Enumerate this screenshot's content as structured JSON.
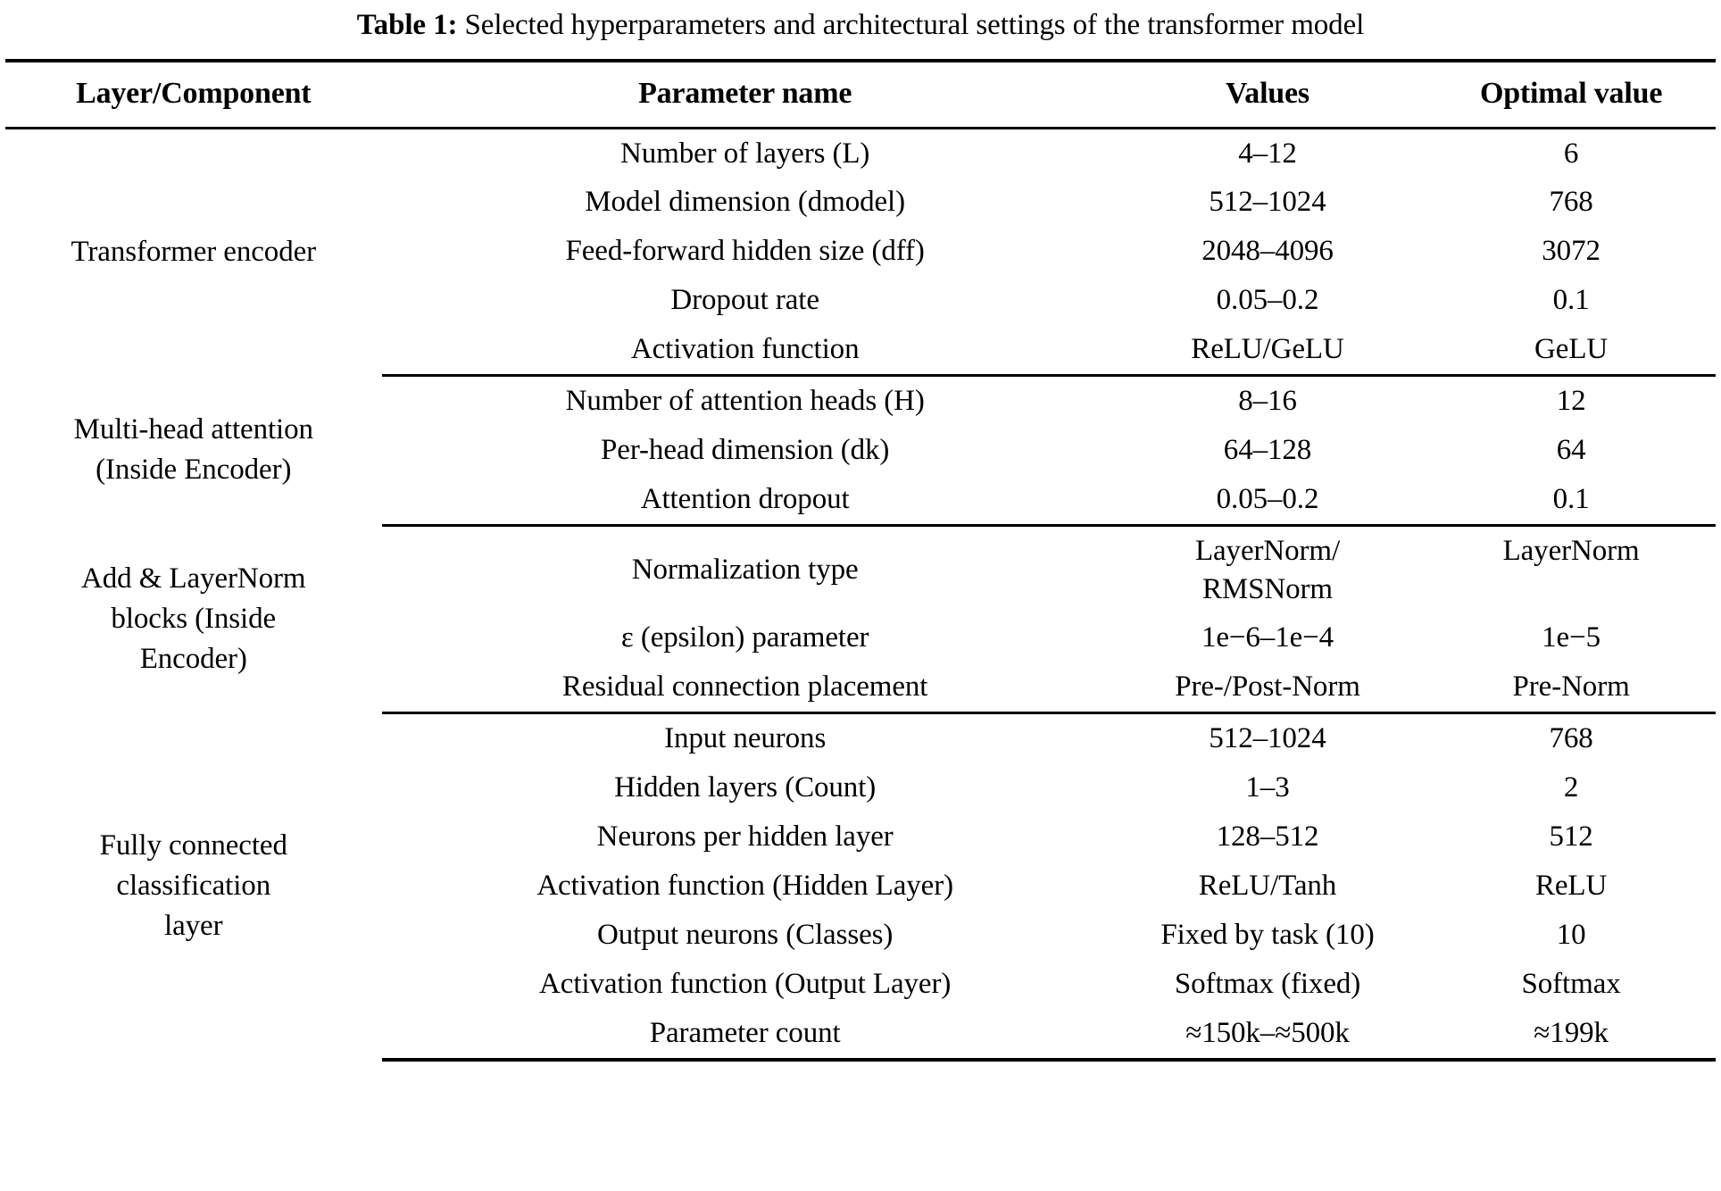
{
  "caption": {
    "label": "Table 1:",
    "text": " Selected hyperparameters and architectural settings of the transformer model"
  },
  "table": {
    "columns": [
      {
        "key": "component",
        "label": "Layer/Component"
      },
      {
        "key": "parameter",
        "label": "Parameter name"
      },
      {
        "key": "values",
        "label": "Values"
      },
      {
        "key": "optimal",
        "label": "Optimal value"
      }
    ],
    "sections": [
      {
        "component": "Transformer encoder",
        "rows": [
          {
            "parameter": "Number of layers (L)",
            "values": "4–12",
            "optimal": "6"
          },
          {
            "parameter": "Model dimension (dmodel)",
            "values": "512–1024",
            "optimal": "768"
          },
          {
            "parameter": "Feed-forward hidden size (dff)",
            "values": "2048–4096",
            "optimal": "3072"
          },
          {
            "parameter": "Dropout rate",
            "values": "0.05–0.2",
            "optimal": "0.1"
          },
          {
            "parameter": "Activation function",
            "values": "ReLU/GeLU",
            "optimal": "GeLU"
          }
        ]
      },
      {
        "component": "Multi-head attention (Inside Encoder)",
        "component_lines": [
          "Multi-head attention",
          "(Inside Encoder)"
        ],
        "rows": [
          {
            "parameter": "Number of attention heads (H)",
            "values": "8–16",
            "optimal": "12"
          },
          {
            "parameter": "Per-head dimension (dk)",
            "values": "64–128",
            "optimal": "64"
          },
          {
            "parameter": "Attention dropout",
            "values": "0.05–0.2",
            "optimal": "0.1"
          }
        ]
      },
      {
        "component": "Add & LayerNorm blocks (Inside Encoder)",
        "component_lines": [
          "Add & LayerNorm",
          "blocks (Inside",
          "Encoder)"
        ],
        "rows": [
          {
            "parameter": "Normalization type",
            "values": "LayerNorm/ RMSNorm",
            "values_lines": [
              "LayerNorm/",
              "RMSNorm"
            ],
            "optimal": "LayerNorm"
          },
          {
            "parameter": "ε (epsilon) parameter",
            "values": "1e−6–1e−4",
            "optimal": "1e−5"
          },
          {
            "parameter": "Residual connection placement",
            "values": "Pre-/Post-Norm",
            "optimal": "Pre-Norm"
          }
        ]
      },
      {
        "component": "Fully connected classification layer",
        "component_lines": [
          "Fully connected",
          "classification",
          "layer"
        ],
        "rows": [
          {
            "parameter": "Input neurons",
            "values": "512–1024",
            "optimal": "768"
          },
          {
            "parameter": "Hidden layers (Count)",
            "values": "1–3",
            "optimal": "2"
          },
          {
            "parameter": "Neurons per hidden layer",
            "values": "128–512",
            "optimal": "512"
          },
          {
            "parameter": "Activation function (Hidden Layer)",
            "values": "ReLU/Tanh",
            "optimal": "ReLU"
          },
          {
            "parameter": "Output neurons (Classes)",
            "values": "Fixed by task (10)",
            "optimal": "10"
          },
          {
            "parameter": "Activation function (Output Layer)",
            "values": "Softmax (fixed)",
            "optimal": "Softmax"
          },
          {
            "parameter": "Parameter count",
            "values": "≈150k–≈500k",
            "optimal": "≈199k"
          }
        ]
      }
    ]
  }
}
